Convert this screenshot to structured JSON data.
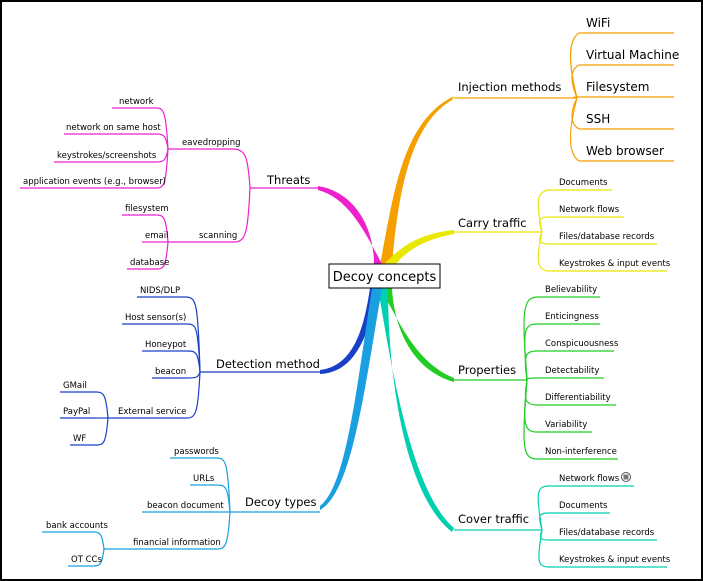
{
  "central": "Decoy concepts",
  "branches": {
    "injection": {
      "label": "Injection methods",
      "color": "#f5a000",
      "items": [
        "WiFi",
        "Virtual Machine",
        "Filesystem",
        "SSH",
        "Web browser"
      ]
    },
    "carry": {
      "label": "Carry traffic",
      "color": "#e8e800",
      "items": [
        "Documents",
        "Network flows",
        "Files/database records",
        "Keystrokes & input events"
      ]
    },
    "properties": {
      "label": "Properties",
      "color": "#22cc22",
      "items": [
        "Believability",
        "Enticingness",
        "Conspicuousness",
        "Detectability",
        "Differentiability",
        "Variability",
        "Non-interference"
      ]
    },
    "cover": {
      "label": "Cover traffic",
      "color": "#00d0b0",
      "items": [
        "Network flows",
        "Documents",
        "Files/database records",
        "Keystrokes & input events"
      ],
      "note_icon": "circle-note-icon"
    },
    "threats": {
      "label": "Threats",
      "color": "#ee22cc",
      "eavesdropping": {
        "label": "eavedropping",
        "items": [
          "network",
          "network on same host",
          "keystrokes/screenshots",
          "application events (e.g., browser)"
        ]
      },
      "scanning": {
        "label": "scanning",
        "items": [
          "filesystem",
          "email",
          "database"
        ]
      }
    },
    "detection": {
      "label": "Detection method",
      "color": "#1a40c8",
      "items": [
        "NIDS/DLP",
        "Host sensor(s)",
        "Honeypot",
        "beacon"
      ],
      "external": {
        "label": "External service",
        "items": [
          "GMail",
          "PayPal",
          "WF"
        ]
      }
    },
    "decoy": {
      "label": "Decoy types",
      "color": "#1aa0e0",
      "items": [
        "passwords",
        "URLs",
        "beacon document"
      ],
      "financial": {
        "label": "financial information",
        "items": [
          "bank accounts",
          "OT CCs"
        ]
      }
    }
  }
}
